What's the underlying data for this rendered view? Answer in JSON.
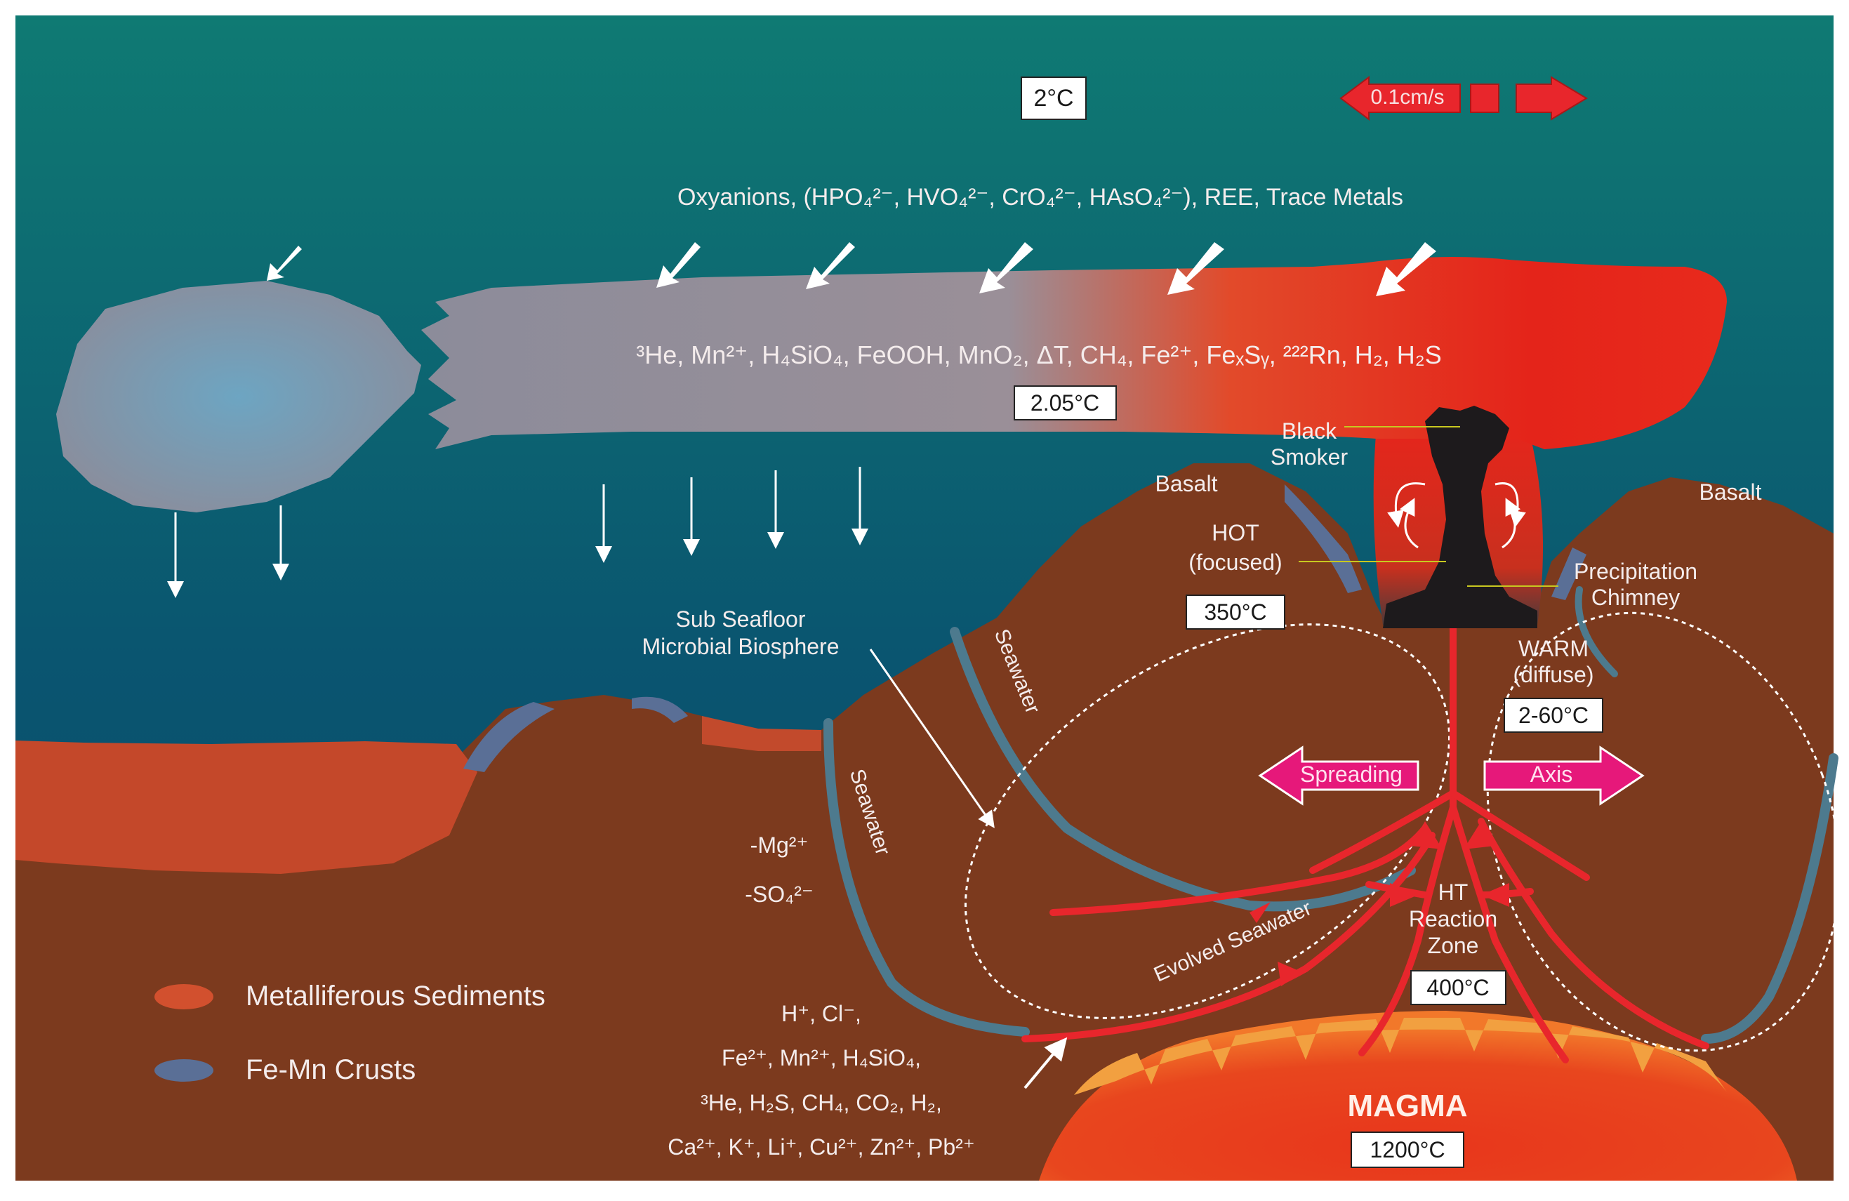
{
  "water_temp": "2°C",
  "scale_bar": {
    "label": "0.1cm/s",
    "color": "#e8262c"
  },
  "oxyanions": "Oxyanions, (HPO₄²⁻, HVO₄²⁻, CrO₄²⁻, HAsO₄²⁻), REE, Trace Metals",
  "plume_species": "³He, Mn²⁺, H₄SiO₄, FeOOH, MnO₂, ΔT, CH₄, Fe²⁺, FeₓSᵧ, ²²²Rn, H₂, H₂S",
  "plume_temp": "2.05°C",
  "black_smoker": [
    "Black",
    "Smoker"
  ],
  "basalt_left": "Basalt",
  "basalt_right": "Basalt",
  "hot_vent": {
    "line1": "HOT",
    "line2": "(focused)",
    "temp": "350°C"
  },
  "precipitation_chimney": [
    "Precipitation",
    "Chimney"
  ],
  "warm_vent": {
    "line1": "WARM",
    "line2": "(diffuse)",
    "temp": "2-60°C"
  },
  "biosphere": [
    "Sub Seafloor",
    "Microbial Biosphere"
  ],
  "seawater_upper": "Seawater",
  "seawater_lower": "Seawater",
  "evolved_seawater": "Evolved Seawater",
  "spreading": "Spreading",
  "axis": "Axis",
  "removed": {
    "mg": "-Mg²⁺",
    "so4": "-SO₄²⁻"
  },
  "reaction_zone": {
    "lines": [
      "HT",
      "Reaction",
      "Zone"
    ],
    "temp": "400°C"
  },
  "added_species": [
    "H⁺, Cl⁻,",
    "Fe²⁺, Mn²⁺, H₄SiO₄,",
    "³He, H₂S, CH₄, CO₂, H₂,",
    "Ca²⁺, K⁺, Li⁺, Cu²⁺, Zn²⁺, Pb²⁺"
  ],
  "magma": {
    "label": "MAGMA",
    "temp": "1200°C"
  },
  "legend": [
    {
      "label": "Metalliferous Sediments",
      "color": "#d2502e"
    },
    {
      "label": "Fe-Mn Crusts",
      "color": "#5a6f96"
    }
  ],
  "colors": {
    "ocean_top": "#0f7a73",
    "ocean_bottom": "#0a4a68",
    "crust": "#7c3a1e",
    "plume_hot": "#e42a18",
    "plume_cold": "#8e8e9c",
    "spreading_arrow": "#e6187a",
    "flow_red": "#e8262c",
    "seawater_path": "#4d7a8e"
  }
}
